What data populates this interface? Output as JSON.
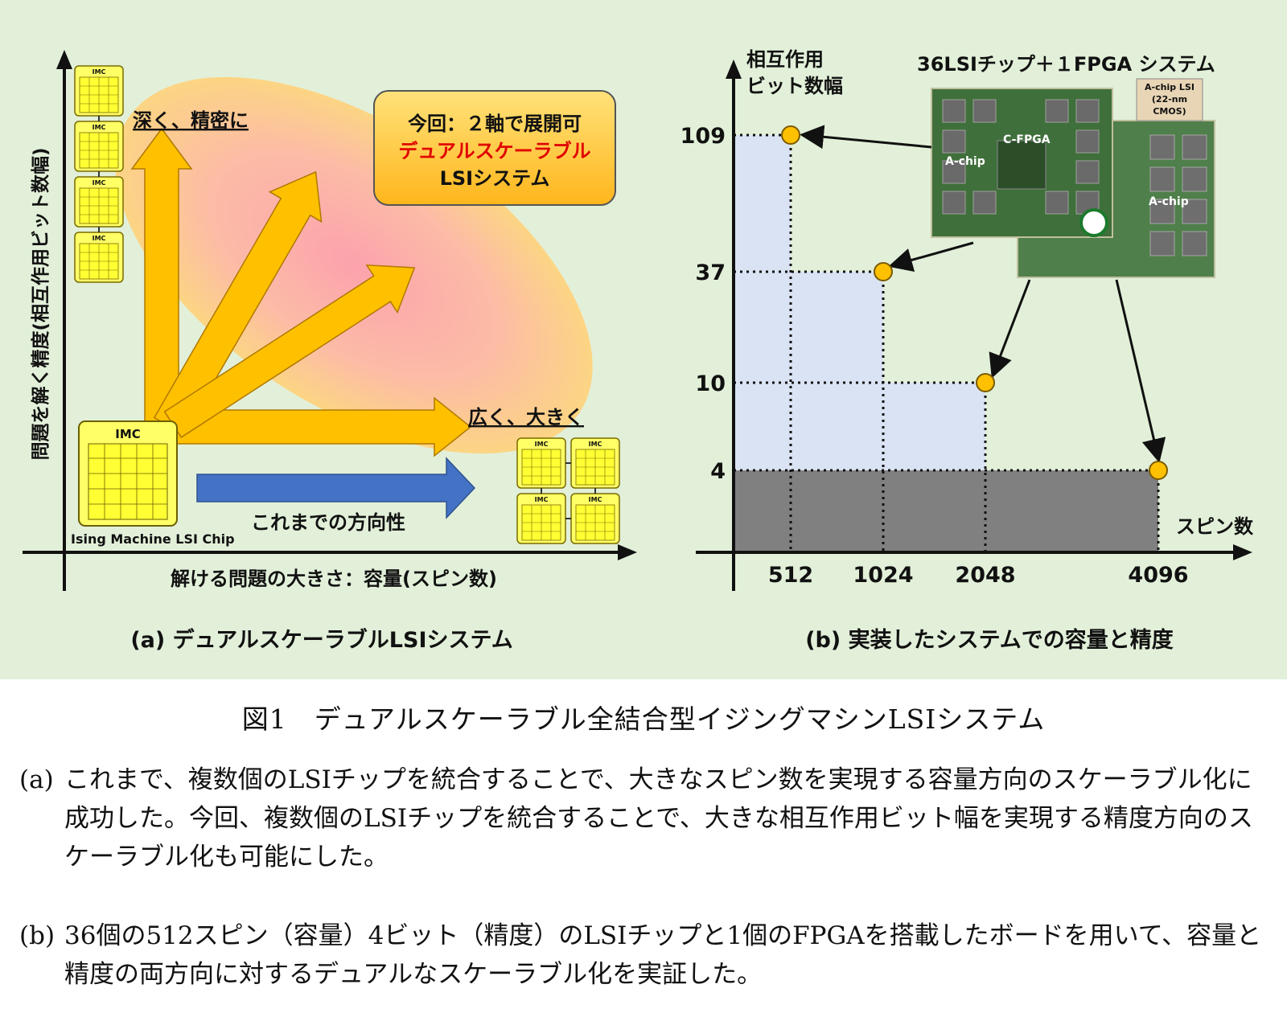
{
  "left": {
    "y_axis_label": "問題を解く精度(相互作用ビット数幅)",
    "x_axis_label": "解ける問題の大きさ：容量(スピン数)",
    "up_label": "深く、精密に",
    "right_label": "広く、大きく",
    "past_label": "これまでの方向性",
    "callout_line1": "今回：２軸で展開可",
    "callout_line2": "デュアルスケーラブル",
    "callout_line3": "LSIシステム",
    "chip_title": "IMC",
    "chip_caption": "Ising Machine LSI Chip",
    "mini_chip_label": "IMC",
    "caption": "(a) デュアルスケーラブルLSIシステム"
  },
  "right": {
    "y_axis_label_line1": "相互作用",
    "y_axis_label_line2": "ビット数幅",
    "x_axis_label": "スピン数",
    "photo_title": "36LSIチップ＋１FPGA システム",
    "photo_cfpga": "C-FPGA",
    "photo_achip_left": "A-chip",
    "photo_achip_right": "A-chip",
    "photo_note1": "A-chip LSI",
    "photo_note2": "(22-nm",
    "photo_note3": "CMOS)",
    "caption": "(b) 実装したシステムでの容量と精度",
    "colors": {
      "light_region": "#dae3f3",
      "dark_region": "#808080",
      "point": "#ffc000"
    }
  },
  "chart_data": {
    "type": "scatter",
    "x": [
      512,
      1024,
      2048,
      4096
    ],
    "y": [
      109,
      37,
      10,
      4
    ],
    "x_ticks": [
      "512",
      "1024",
      "2048",
      "4096"
    ],
    "y_ticks": [
      "4",
      "10",
      "37",
      "109"
    ],
    "xlabel": "スピン数",
    "ylabel": "相互作用ビット数幅"
  },
  "figure_caption": "図1　デュアルスケーラブル全結合型イジングマシンLSIシステム",
  "para_a": {
    "tag": "(a)",
    "text": "これまで、複数個のLSIチップを統合することで、大きなスピン数を実現する容量方向のスケーラブル化に成功した。今回、複数個のLSIチップを統合することで、大きな相互作用ビット幅を実現する精度方向のスケーラブル化も可能にした。"
  },
  "para_b": {
    "tag": "(b)",
    "text": "36個の512スピン（容量）4ビット（精度）のLSIチップと1個のFPGAを搭載したボードを用いて、容量と精度の両方向に対するデュアルなスケーラブル化を実証した。"
  }
}
